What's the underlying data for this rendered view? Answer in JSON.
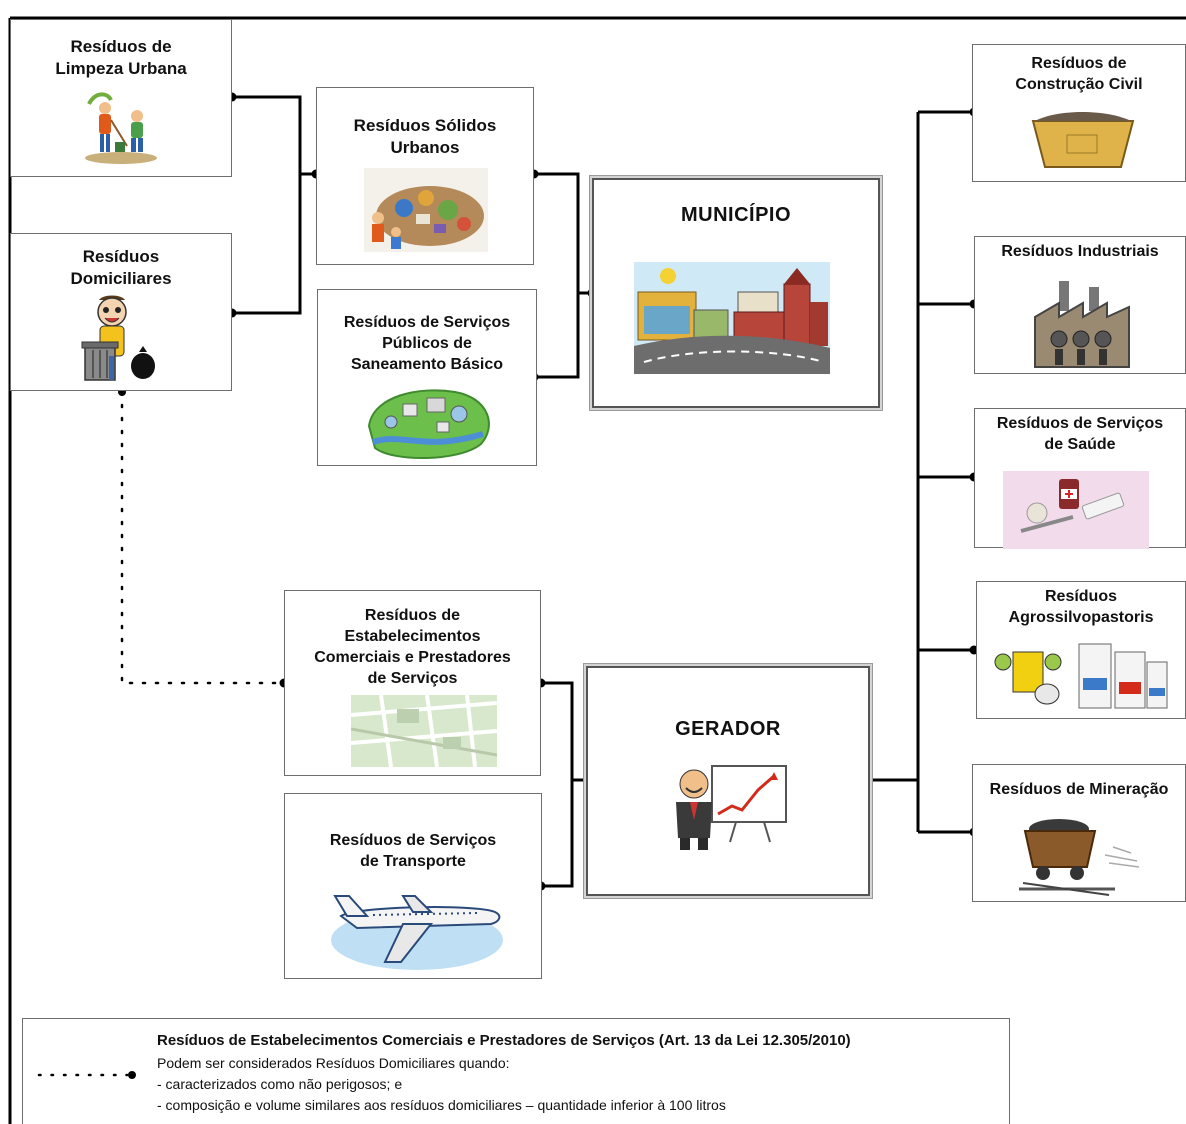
{
  "boxes": {
    "limpeza": [
      "Resíduos de",
      "Limpeza Urbana"
    ],
    "domiciliares": [
      "Resíduos",
      "Domiciliares"
    ],
    "solidos": [
      "Resíduos Sólidos",
      "Urbanos"
    ],
    "saneamento": [
      "Resíduos de Serviços",
      "Públicos de",
      "Saneamento Básico"
    ],
    "municipio": "MUNICÍPIO",
    "comerciais": [
      "Resíduos de",
      "Estabelecimentos",
      "Comerciais e Prestadores",
      "de Serviços"
    ],
    "transporte": [
      "Resíduos de Serviços",
      "de Transporte"
    ],
    "gerador": "GERADOR",
    "construcao": [
      "Resíduos de",
      "Construção Civil"
    ],
    "industriais": [
      "Resíduos Industriais"
    ],
    "saude": [
      "Resíduos de Serviços",
      "de Saúde"
    ],
    "agro": [
      "Resíduos",
      "Agrossilvopastoris"
    ],
    "mineracao": [
      "Resíduos de Mineração"
    ]
  },
  "legend": {
    "title": "Resíduos de Estabelecimentos Comerciais e Prestadores de Serviços (Art. 13 da Lei 12.305/2010)",
    "line1": "Podem ser considerados Resíduos Domiciliares quando:",
    "line2": "- caracterizados como não perigosos; e",
    "line3": "- composição e volume similares aos resíduos domiciliares – quantidade inferior à 100 litros"
  }
}
